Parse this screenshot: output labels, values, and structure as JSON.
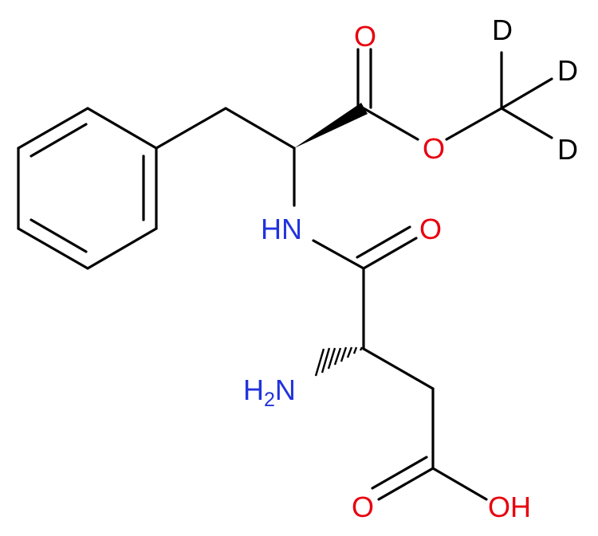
{
  "colors": {
    "bond": "#000000",
    "oxygen": "#e8000e",
    "nitrogen": "#2233dd",
    "deuterium": "#000000",
    "background": "#ffffff"
  },
  "atoms": {
    "o_carbonyl_ester": "O",
    "o_ester": "O",
    "d1": "D",
    "d2": "D",
    "d3": "D",
    "nh_prefix": "H",
    "nh_n": "N",
    "o_amide": "O",
    "nh2_h": "H",
    "nh2_sub": "2",
    "nh2_n": "N",
    "o_acid_carbonyl": "O",
    "oh": "OH"
  }
}
